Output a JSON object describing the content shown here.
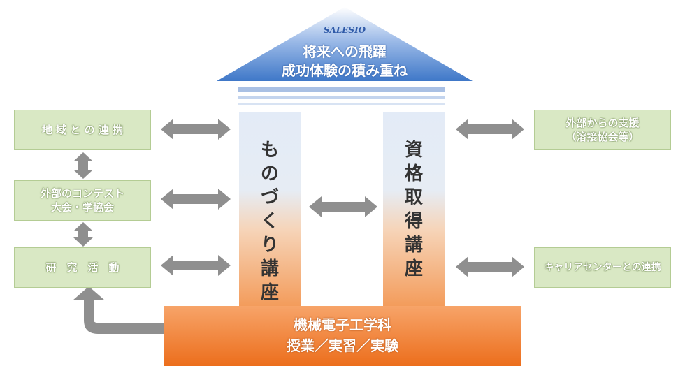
{
  "roof": {
    "logo": "SALESIO",
    "line1": "将来への飛躍",
    "line2": "成功体験の積み重ね"
  },
  "pillars": {
    "left": [
      "も",
      "の",
      "づ",
      "く",
      "り",
      "講",
      "座"
    ],
    "right": [
      "資",
      "格",
      "取",
      "得",
      "講",
      "座"
    ]
  },
  "base": {
    "line1": "機械電子工学科",
    "line2": "授業／実習／実験"
  },
  "left_boxes": {
    "box1": "地 域 と の 連 携",
    "box2_line1": "外部のコンテスト",
    "box2_line2": "大会・学協会",
    "box3": "研　究　活　動"
  },
  "right_boxes": {
    "box1_line1": "外部からの支援",
    "box1_line2": "（溶接協会等）",
    "box2": "キャリアセンターとの連携"
  },
  "colors": {
    "roof": "#3f78c8",
    "base": "#f07a2a",
    "green_box": "#d9e8c4",
    "arrow": "#8f8f8f"
  }
}
